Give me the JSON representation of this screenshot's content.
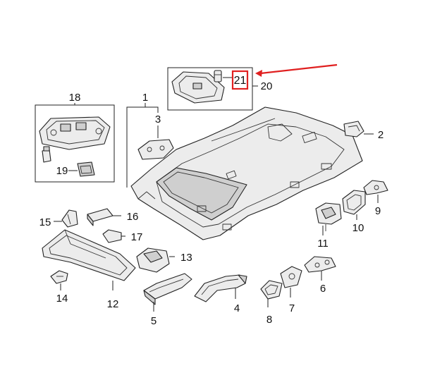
{
  "labels": {
    "p1": "1",
    "p2": "2",
    "p3": "3",
    "p4": "4",
    "p5": "5",
    "p6": "6",
    "p7": "7",
    "p8": "8",
    "p9": "9",
    "p10": "10",
    "p11": "11",
    "p12": "12",
    "p13": "13",
    "p14": "14",
    "p15": "15",
    "p16": "16",
    "p17": "17",
    "p18": "18",
    "p19": "19",
    "p20": "20",
    "p21": "21"
  },
  "colors": {
    "highlight": "#e02020",
    "line": "#222222"
  }
}
